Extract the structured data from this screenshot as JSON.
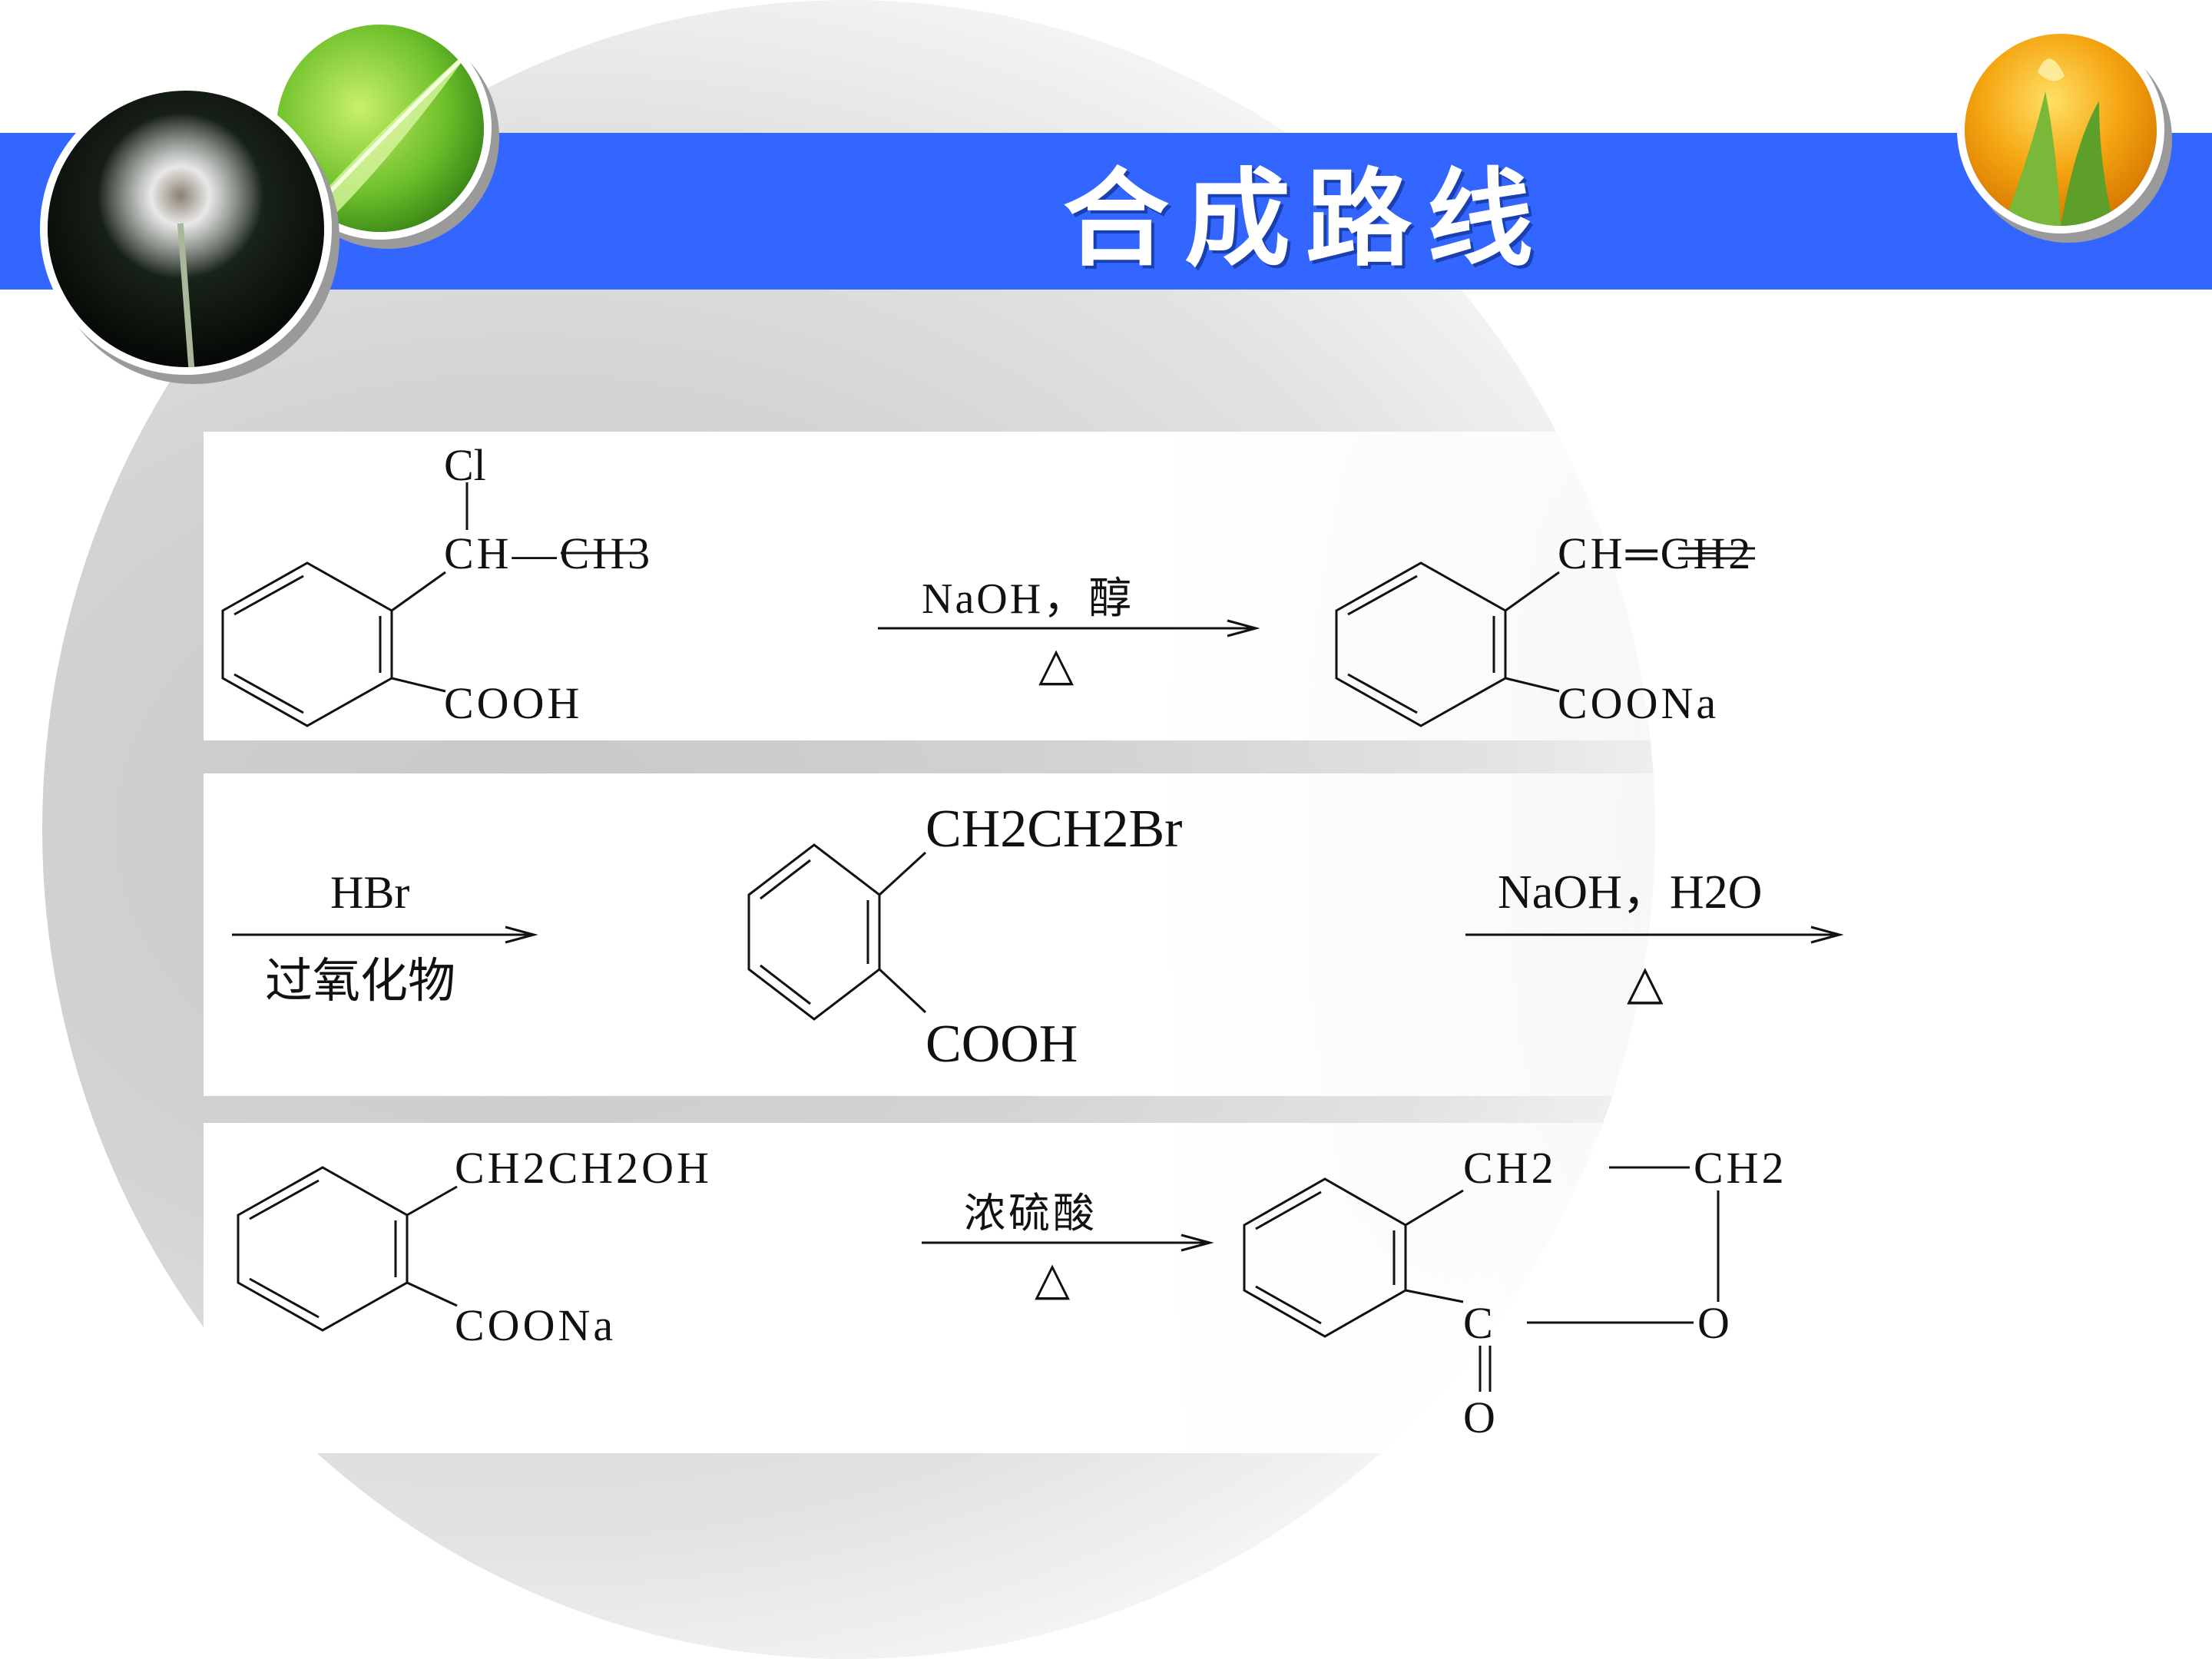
{
  "slide": {
    "title": "合成路线"
  },
  "reactions": {
    "step1": {
      "reactant": {
        "substituent_top": "Cl",
        "chain": "CH—CH3",
        "group_bottom": "COOH"
      },
      "conditions_above": "NaOH，醇",
      "conditions_below": "△",
      "product": {
        "chain": "CH═CH2",
        "group_bottom": "COONa"
      }
    },
    "step2": {
      "conditions_above": "HBr",
      "conditions_below": "过氧化物",
      "product": {
        "chain": "CH2CH2Br",
        "group_bottom": "COOH"
      },
      "next_conditions_above": "NaOH，H2O",
      "next_conditions_below": "△"
    },
    "step3": {
      "reactant": {
        "chain": "CH2CH2OH",
        "group_bottom": "COONa"
      },
      "conditions_above": "浓硫酸",
      "conditions_below": "△",
      "product": {
        "ch2_left": "CH2",
        "ch2_right": "CH2",
        "carbonyl_c": "C",
        "ring_o": "O",
        "carbonyl_o": "O"
      }
    }
  }
}
